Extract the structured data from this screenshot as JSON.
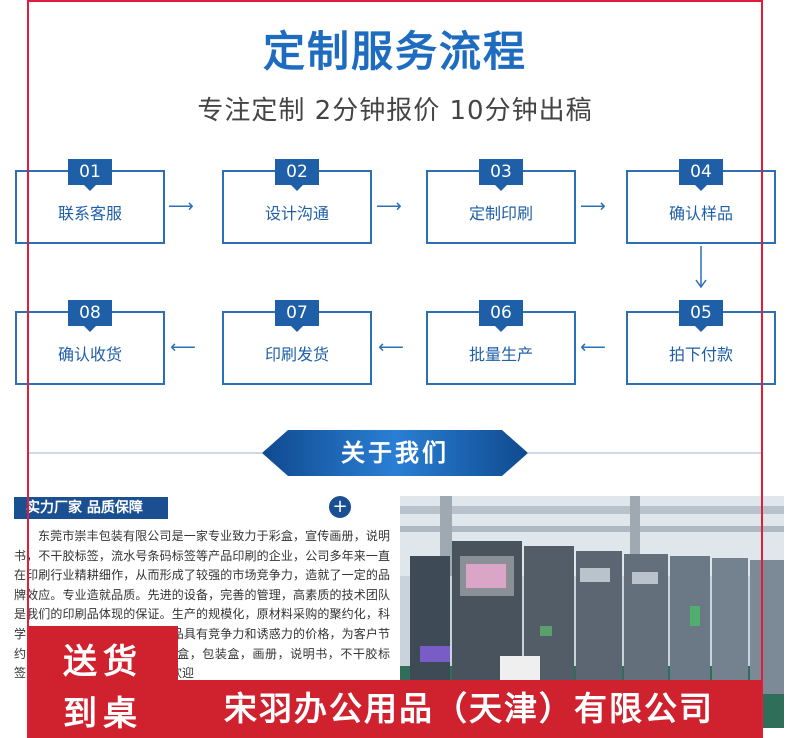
{
  "header": {
    "title": "定制服务流程",
    "subtitle": "专注定制 2分钟报价 10分钟出稿"
  },
  "steps": [
    {
      "num": "01",
      "label": "联系客服"
    },
    {
      "num": "02",
      "label": "设计沟通"
    },
    {
      "num": "03",
      "label": "定制印刷"
    },
    {
      "num": "04",
      "label": "确认样品"
    },
    {
      "num": "05",
      "label": "拍下付款"
    },
    {
      "num": "06",
      "label": "批量生产"
    },
    {
      "num": "07",
      "label": "印刷发货"
    },
    {
      "num": "08",
      "label": "确认收货"
    }
  ],
  "about": {
    "title": "关于我们",
    "tag": "实力厂家 品质保障",
    "plus": "+",
    "description": "东莞市崇丰包装有限公司是一家专业致力于彩盒，宣传画册，说明书，不干胶标签，流水号条码标签等产品印刷的企业，公司多年来一直在印刷行业精耕细作，从而形成了较强的市场竞争力，造就了一定的品牌效应。专业造就品质。先进的设备，完善的管理，高素质的技术团队是我们的印刷品体现的保证。生产的规模化，原材料采购的聚约化，科学的成本控制，使得我们的产品具有竞争力和诱惑力的价格，为客户节约成本，满足客户的愿望。彩盒，包装盒，画册，说明书，不干胶标签，条码标签等产品，广告，欢迎"
  },
  "promo": {
    "line1": "送货",
    "line2": "到桌",
    "company": "宋羽办公用品（天津）有限公司"
  },
  "colors": {
    "primary_blue": "#1d6cc0",
    "dark_blue": "#1a4f92",
    "promo_red": "#d0212f",
    "frame_red": "#e01e3c"
  }
}
